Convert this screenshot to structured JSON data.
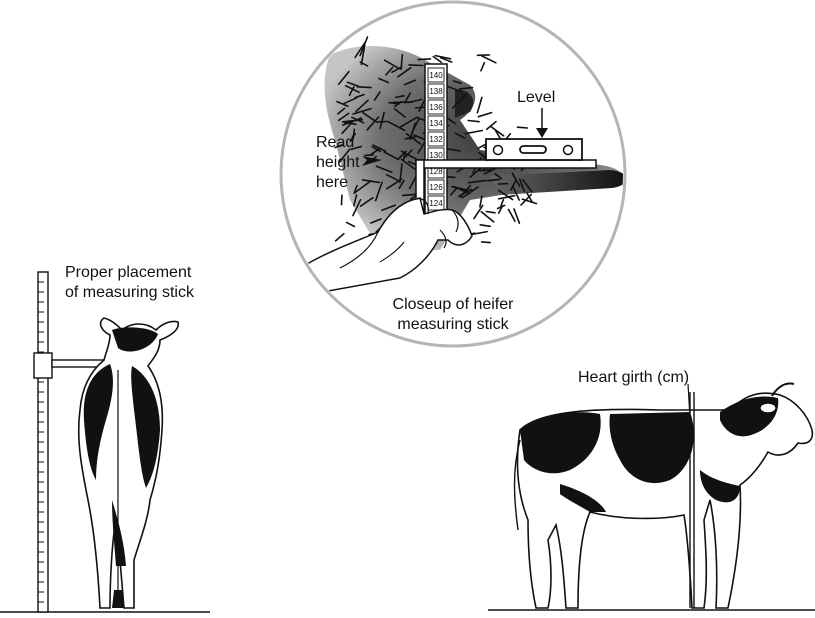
{
  "labels": {
    "level": "Level",
    "read_height": [
      "Read",
      "height",
      "here"
    ],
    "closeup": [
      "Closeup of heifer",
      "measuring stick"
    ],
    "proper_placement": [
      "Proper placement",
      "of measuring stick"
    ],
    "heart_girth": "Heart girth (cm)"
  },
  "stick_ticks": [
    "140",
    "138",
    "136",
    "134",
    "132",
    "130",
    "128",
    "126",
    "124"
  ]
}
